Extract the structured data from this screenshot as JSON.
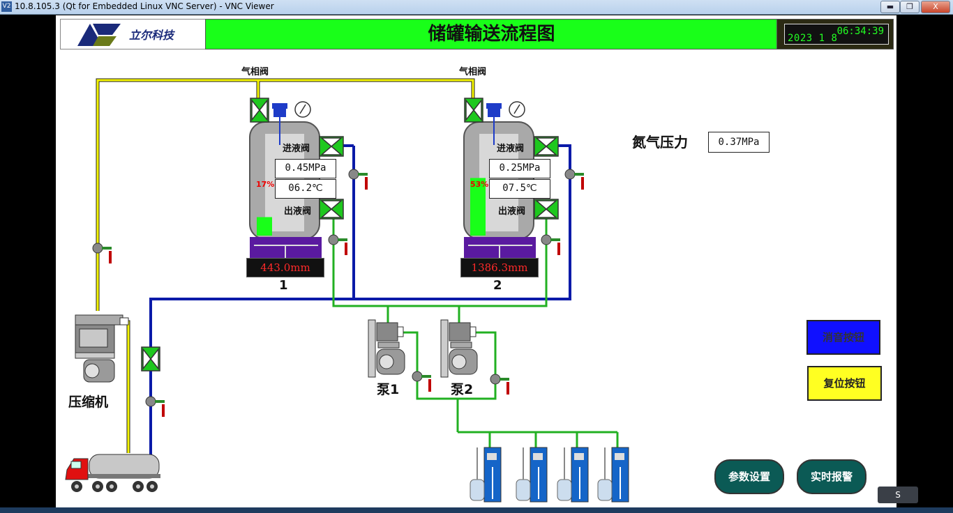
{
  "window": {
    "app_icon": "V2",
    "title": "10.8.105.3 (Qt for Embedded Linux VNC Server) - VNC Viewer",
    "min_label": "▬",
    "max_label": "❐",
    "close_label": "X"
  },
  "header": {
    "logo_text": "立尔科技",
    "title": "储罐输送流程图",
    "clock_time": "06:34:39",
    "clock_date": "2023  1   8"
  },
  "labels": {
    "gas_valve_1": "气相阀",
    "gas_valve_2": "气相阀",
    "compressor": "压缩机",
    "nitrogen": "氮气压力",
    "nitrogen_value": "0.37MPa"
  },
  "tanks": [
    {
      "number": "1",
      "inlet_label": "进液阀",
      "outlet_label": "出液阀",
      "pressure": "0.45MPa",
      "temperature": "06.2℃",
      "percent": "17%",
      "level_fraction": 0.17,
      "level_mm": "443.0mm"
    },
    {
      "number": "2",
      "inlet_label": "进液阀",
      "outlet_label": "出液阀",
      "pressure": "0.25MPa",
      "temperature": "07.5℃",
      "percent": "53%",
      "level_fraction": 0.53,
      "level_mm": "1386.3mm"
    }
  ],
  "pumps": [
    {
      "label": "泵1"
    },
    {
      "label": "泵2"
    }
  ],
  "buttons": {
    "mute": "消音按钮",
    "reset": "复位按钮",
    "params": "参数设置",
    "alarm": "实时报警"
  },
  "colors": {
    "header_green": "#19ff19",
    "gas_line": "#f5f500",
    "liquid_in": "#0a1aa8",
    "liquid_out": "#22b022",
    "tank_base": "#5a1aa0",
    "valve_green": "#1ec81e",
    "mute_button": "#1010ff",
    "reset_button": "#ffff22",
    "nav_button": "#0b5a55"
  },
  "ime_label": "S"
}
